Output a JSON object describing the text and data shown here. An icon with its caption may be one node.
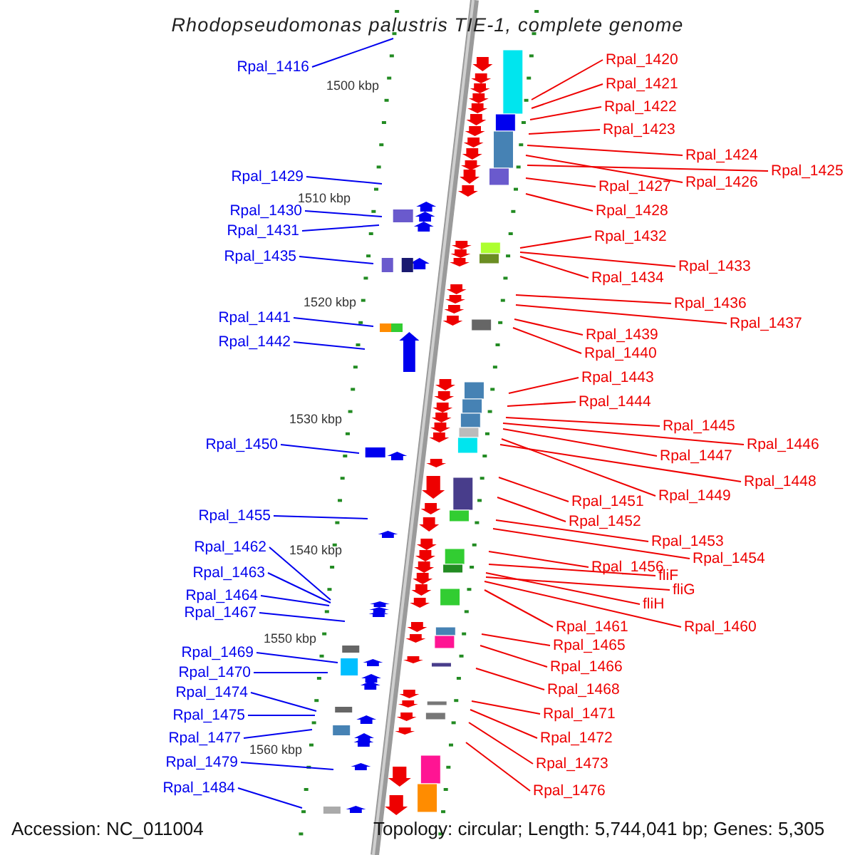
{
  "diagram": {
    "title": "Rhodopseudomonas palustris TIE-1, complete genome",
    "nodes": [
      {
        "text": [
          "Rpal_1416"
        ]
      },
      {
        "text": [
          "Rpal_1429"
        ]
      },
      {
        "text": [
          "Rpal_1430"
        ]
      },
      {
        "text": [
          "Rpal_1431"
        ]
      },
      {
        "text": [
          "Rpal_1435"
        ]
      },
      {
        "text": [
          "Rpal_1441"
        ]
      },
      {
        "text": [
          "Rpal_1442"
        ]
      },
      {
        "text": [
          "Rpal_1450"
        ]
      },
      {
        "text": [
          "Rpal_1455"
        ]
      },
      {
        "text": [
          "Rpal_1462"
        ]
      },
      {
        "text": [
          "Rpal_1463"
        ]
      },
      {
        "text": [
          "Rpal_1464"
        ]
      },
      {
        "text": [
          "Rpal_1467"
        ]
      },
      {
        "text": [
          "Rpal_1469"
        ]
      },
      {
        "text": [
          "Rpal_1470"
        ]
      },
      {
        "text": [
          "Rpal_1474"
        ]
      },
      {
        "text": [
          "Rpal_1475"
        ]
      },
      {
        "text": [
          "Rpal_1477"
        ]
      },
      {
        "text": [
          "Rpal_1479"
        ]
      },
      {
        "text": [
          "Rpal_1484"
        ]
      },
      {
        "text": [
          "Rpal_1420"
        ]
      },
      {
        "text": [
          "Rpal_1421"
        ]
      },
      {
        "text": [
          "Rpal_1422"
        ]
      },
      {
        "text": [
          "Rpal_1423"
        ]
      },
      {
        "text": [
          "Rpal_1424"
        ]
      },
      {
        "text": [
          "Rpal_1426"
        ]
      },
      {
        "text": [
          "Rpal_1425"
        ]
      },
      {
        "text": [
          "Rpal_1427"
        ]
      },
      {
        "text": [
          "Rpal_1428"
        ]
      },
      {
        "text": [
          "Rpal_1432"
        ]
      },
      {
        "text": [
          "Rpal_1434"
        ]
      },
      {
        "text": [
          "Rpal_1433"
        ]
      },
      {
        "text": [
          "Rpal_1436"
        ]
      },
      {
        "text": [
          "Rpal_1437"
        ]
      },
      {
        "text": [
          "Rpal_1439"
        ]
      },
      {
        "text": [
          "Rpal_1440"
        ]
      },
      {
        "text": [
          "Rpal_1443"
        ]
      },
      {
        "text": [
          "Rpal_1444"
        ]
      },
      {
        "text": [
          "Rpal_1445"
        ]
      },
      {
        "text": [
          "Rpal_1447"
        ]
      },
      {
        "text": [
          "Rpal_1446"
        ]
      },
      {
        "text": [
          "Rpal_1449"
        ]
      },
      {
        "text": [
          "Rpal_1448"
        ]
      },
      {
        "text": [
          "Rpal_1451"
        ]
      },
      {
        "text": [
          "Rpal_1452"
        ]
      },
      {
        "text": [
          "Rpal_1453"
        ]
      },
      {
        "text": [
          "Rpal_1454"
        ]
      },
      {
        "text": [
          "Rpal_1456"
        ]
      },
      {
        "text": [
          "fliF"
        ]
      },
      {
        "text": [
          "fliG"
        ]
      },
      {
        "text": [
          "fliH"
        ]
      },
      {
        "text": [
          "Rpal_1461"
        ]
      },
      {
        "text": [
          "Rpal_1460"
        ]
      },
      {
        "text": [
          "Rpal_1465"
        ]
      },
      {
        "text": [
          "Rpal_1466"
        ]
      },
      {
        "text": [
          "Rpal_1468"
        ]
      },
      {
        "text": [
          "Rpal_1471"
        ]
      },
      {
        "text": [
          "Rpal_1472"
        ]
      },
      {
        "text": [
          "Rpal_1473"
        ]
      },
      {
        "text": [
          "Rpal_1476"
        ]
      }
    ],
    "edges": [
      {
        "from": 0,
        "to": null,
        "arrow": "none",
        "color": "#0000ee"
      },
      {
        "from": 1,
        "to": null,
        "arrow": "none",
        "color": "#0000ee"
      },
      {
        "from": 2,
        "to": null,
        "arrow": "none",
        "color": "#0000ee"
      },
      {
        "from": 3,
        "to": null,
        "arrow": "none",
        "color": "#0000ee"
      },
      {
        "from": 4,
        "to": null,
        "arrow": "none",
        "color": "#0000ee"
      },
      {
        "from": 5,
        "to": null,
        "arrow": "none",
        "color": "#0000ee"
      },
      {
        "from": 6,
        "to": null,
        "arrow": "none",
        "color": "#0000ee"
      },
      {
        "from": 7,
        "to": null,
        "arrow": "none",
        "color": "#0000ee"
      },
      {
        "from": 8,
        "to": null,
        "arrow": "none",
        "color": "#0000ee"
      },
      {
        "from": 9,
        "to": null,
        "arrow": "none",
        "color": "#0000ee"
      },
      {
        "from": 10,
        "to": null,
        "arrow": "none",
        "color": "#0000ee"
      },
      {
        "from": 11,
        "to": null,
        "arrow": "none",
        "color": "#0000ee"
      },
      {
        "from": 12,
        "to": null,
        "arrow": "none",
        "color": "#0000ee"
      },
      {
        "from": 13,
        "to": null,
        "arrow": "none",
        "color": "#0000ee"
      },
      {
        "from": 14,
        "to": null,
        "arrow": "none",
        "color": "#0000ee"
      },
      {
        "from": 15,
        "to": null,
        "arrow": "none",
        "color": "#0000ee"
      },
      {
        "from": 16,
        "to": null,
        "arrow": "none",
        "color": "#0000ee"
      },
      {
        "from": 17,
        "to": null,
        "arrow": "none",
        "color": "#0000ee"
      },
      {
        "from": 18,
        "to": null,
        "arrow": "none",
        "color": "#0000ee"
      },
      {
        "from": 19,
        "to": null,
        "arrow": "none",
        "color": "#0000ee"
      },
      {
        "from": 20,
        "to": null,
        "arrow": "none"
      },
      {
        "from": 21,
        "to": null,
        "arrow": "none"
      },
      {
        "from": 22,
        "to": null,
        "arrow": "none"
      },
      {
        "from": 23,
        "to": null,
        "arrow": "none"
      },
      {
        "from": 24,
        "to": null,
        "arrow": "none"
      },
      {
        "from": 25,
        "to": null,
        "arrow": "none"
      },
      {
        "from": 26,
        "to": null,
        "arrow": "none"
      },
      {
        "from": 27,
        "to": null,
        "arrow": "none"
      },
      {
        "from": 28,
        "to": null,
        "arrow": "none"
      },
      {
        "from": 29,
        "to": null,
        "arrow": "none"
      },
      {
        "from": 30,
        "to": null,
        "arrow": "none"
      },
      {
        "from": 31,
        "to": null,
        "arrow": "none"
      },
      {
        "from": 32,
        "to": null,
        "arrow": "none"
      },
      {
        "from": 33,
        "to": null,
        "arrow": "none"
      },
      {
        "from": 34,
        "to": null,
        "arrow": "none"
      },
      {
        "from": 35,
        "to": null,
        "arrow": "none"
      },
      {
        "from": 36,
        "to": null,
        "arrow": "none"
      },
      {
        "from": 37,
        "to": null,
        "arrow": "none"
      },
      {
        "from": 38,
        "to": null,
        "arrow": "none"
      },
      {
        "from": 39,
        "to": null,
        "arrow": "none"
      },
      {
        "from": 40,
        "to": null,
        "arrow": "none"
      },
      {
        "from": 41,
        "to": null,
        "arrow": "none"
      },
      {
        "from": 42,
        "to": null,
        "arrow": "none"
      },
      {
        "from": 43,
        "to": null,
        "arrow": "none"
      },
      {
        "from": 44,
        "to": null,
        "arrow": "none"
      },
      {
        "from": 45,
        "to": null,
        "arrow": "none"
      },
      {
        "from": 46,
        "to": null,
        "arrow": "none"
      },
      {
        "from": 47,
        "to": null,
        "arrow": "none"
      },
      {
        "from": 48,
        "to": null,
        "arrow": "none"
      },
      {
        "from": 49,
        "to": null,
        "arrow": "none"
      },
      {
        "from": 50,
        "to": null,
        "arrow": "none"
      },
      {
        "from": 51,
        "to": null,
        "arrow": "none"
      },
      {
        "from": 52,
        "to": null,
        "arrow": "none"
      },
      {
        "from": 53,
        "to": null,
        "arrow": "none"
      },
      {
        "from": 54,
        "to": null,
        "arrow": "none"
      },
      {
        "from": 55,
        "to": null,
        "arrow": "none"
      },
      {
        "from": 56,
        "to": null,
        "arrow": "none"
      },
      {
        "from": 57,
        "to": null,
        "arrow": "none"
      },
      {
        "from": 58,
        "to": null,
        "arrow": "none"
      },
      {
        "from": 59,
        "to": null,
        "arrow": "none"
      }
    ],
    "labels": [
      "1500 kbp",
      "1510 kbp",
      "1520 kbp",
      "1530 kbp",
      "1540 kbp",
      "1550 kbp",
      "1560 kbp",
      "Accession: NC_011004",
      "Topology: circular; Length: 5,744,041 bp; Genes: 5,305"
    ]
  }
}
